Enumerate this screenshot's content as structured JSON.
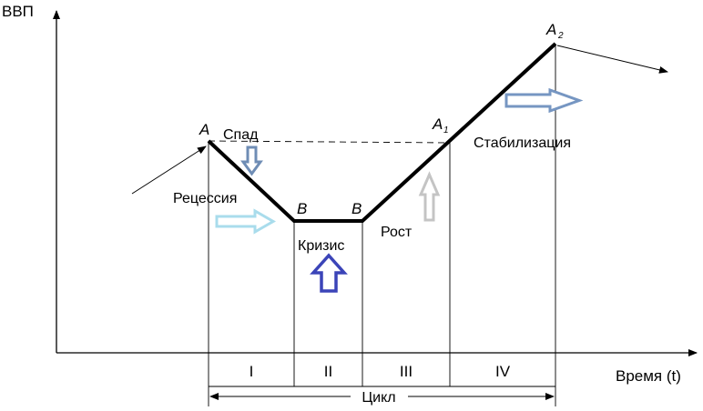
{
  "axes": {
    "y_label": "ВВП",
    "x_label": "Время (t)"
  },
  "points": {
    "a": "A",
    "b1": "B",
    "b2": "B",
    "a1": "A",
    "a1_sub": "1",
    "a2": "A",
    "a2_sub": "2"
  },
  "phases": {
    "spad": "Спад",
    "recession": "Рецессия",
    "crisis": "Кризис",
    "growth": "Рост",
    "stabilization": "Стабилизация"
  },
  "periods": [
    "I",
    "II",
    "III",
    "IV"
  ],
  "cycle": "Цикл",
  "colors": {
    "line": "#000000",
    "spad": "#6f8db5",
    "recession": "#19a6c8",
    "recession_arrow": "#a9dcec",
    "crisis": "#3b44b8",
    "growth": "#9a9a9a",
    "growth_arrow": "#c4c4c4",
    "stabilization": "#7696c2"
  }
}
